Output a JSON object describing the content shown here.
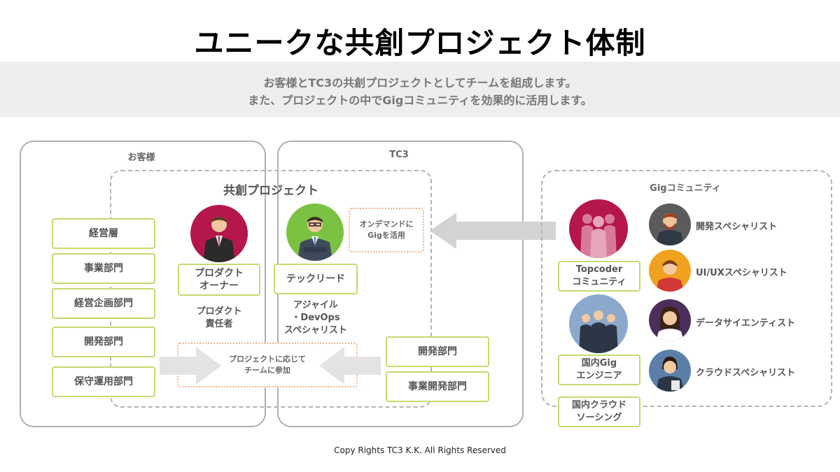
{
  "title": "ユニークな共創プロジェクト体制",
  "subtitle": {
    "line1": "お客様とTC3の共創プロジェクトとしてチームを組成します。",
    "line2": "また、プロジェクトの中でGigコミュニティを効果的に活用します。"
  },
  "customer": {
    "label": "お客様",
    "departments": [
      "経営層",
      "事業部門",
      "経営企画部門",
      "開発部門",
      "保守運用部門"
    ]
  },
  "tc3": {
    "label": "TC3",
    "departments": [
      "開発部門",
      "事業開発部門"
    ]
  },
  "project": {
    "label": "共創プロジェクト",
    "product_owner": {
      "role": "プロダクト\nオーナー",
      "desc": "プロダクト\n責任者"
    },
    "tech_lead": {
      "role": "テックリード",
      "desc": "アジャイル\n・DevOps\nスペシャリスト"
    },
    "on_demand": "オンデマンドに\nGigを活用",
    "participation": "プロジェクトに応じて\nチームに参加"
  },
  "gig": {
    "label": "Gigコミュニティ",
    "topcoder": "Topcoder\nコミュニティ",
    "domestic_engineer": "国内Gig\nエンジニア",
    "crowdsourcing": "国内クラウド\nソーシング",
    "specialists": [
      "開発スペシャリスト",
      "UI/UXスペシャリスト",
      "データサイエンティスト",
      "クラウドスペシャリスト"
    ]
  },
  "colors": {
    "accent_green": "#c3dc6e",
    "dotted_orange": "#f3b38a",
    "avatar_red": "#b5174b",
    "avatar_green": "#7cc242",
    "avatar_gray": "#5b5b5b",
    "avatar_orange": "#f0a21e",
    "avatar_purple": "#4b2e5c",
    "avatar_blue": "#5b7fa8"
  },
  "footer": "Copy Rights TC3 K.K. All Rights Reserved"
}
